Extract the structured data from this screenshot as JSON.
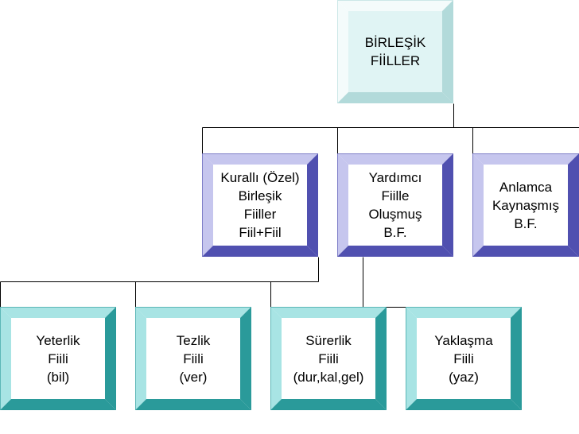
{
  "colors": {
    "root_face": "#e0f4f4",
    "root_edge_light": "#f4fbfb",
    "root_edge_dark": "#b2dada",
    "blue_face": "#ffffff",
    "blue_edge_light": "#c6c6ee",
    "blue_edge_dark": "#5050b0",
    "teal_face": "#ffffff",
    "teal_edge_light": "#a8e4e4",
    "teal_edge_dark": "#2a9a9a",
    "connector": "#000000"
  },
  "root": {
    "lines": [
      "BİRLEŞİK",
      "FİİLLER"
    ]
  },
  "level1": [
    {
      "lines": [
        "Kurallı (Özel)",
        "Birleşik",
        "Fiiller",
        "Fiil+Fiil"
      ]
    },
    {
      "lines": [
        "Yardımcı",
        "Fiille",
        "Oluşmuş",
        "B.F."
      ]
    },
    {
      "lines": [
        "Anlamca",
        "Kaynaşmış",
        "B.F."
      ]
    }
  ],
  "level2": [
    {
      "lines": [
        "Yeterlik",
        "Fiili",
        "(bil)"
      ]
    },
    {
      "lines": [
        "Tezlik",
        "Fiili",
        "(ver)"
      ]
    },
    {
      "lines": [
        "Sürerlik",
        "Fiili",
        "(dur,kal,gel)"
      ]
    },
    {
      "lines": [
        "Yaklaşma",
        "Fiili",
        "(yaz)"
      ]
    }
  ]
}
